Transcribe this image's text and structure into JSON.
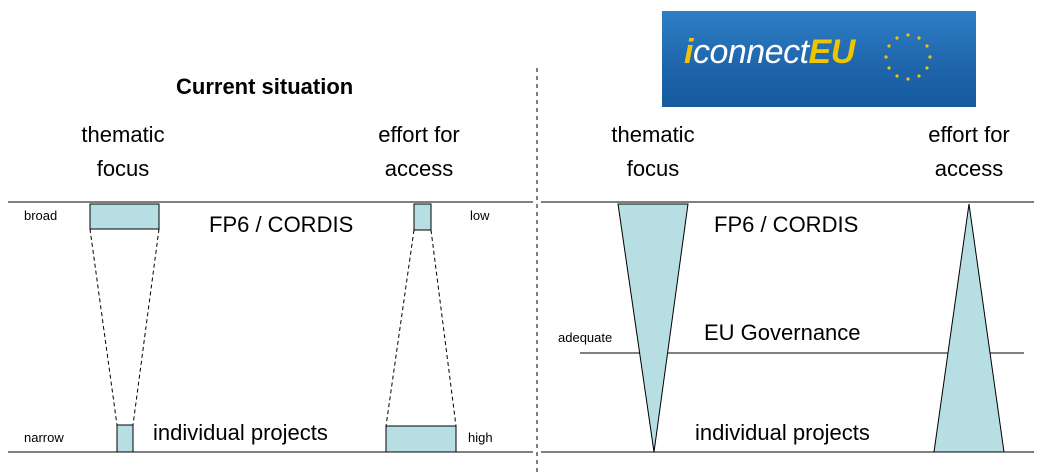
{
  "left": {
    "title": "Current situation",
    "thematic_focus": [
      "thematic",
      "focus"
    ],
    "effort_for_access": [
      "effort for",
      "access"
    ],
    "broad": "broad",
    "narrow": "narrow",
    "low": "low",
    "high": "high",
    "top_level": "FP6 / CORDIS",
    "bottom_level": "individual projects"
  },
  "right": {
    "logo_i": "i",
    "logo_connect": "connect",
    "logo_eu": "EU",
    "thematic_focus": [
      "thematic",
      "focus"
    ],
    "effort_for_access": [
      "effort for",
      "access"
    ],
    "adequate": "adequate",
    "top_level": "FP6 / CORDIS",
    "middle_level": "EU Governance",
    "bottom_level": "individual projects"
  },
  "colors": {
    "shape_fill": "#b7dfe3",
    "logo_blue": "#1f66ad",
    "logo_yellow": "#f0c400"
  }
}
